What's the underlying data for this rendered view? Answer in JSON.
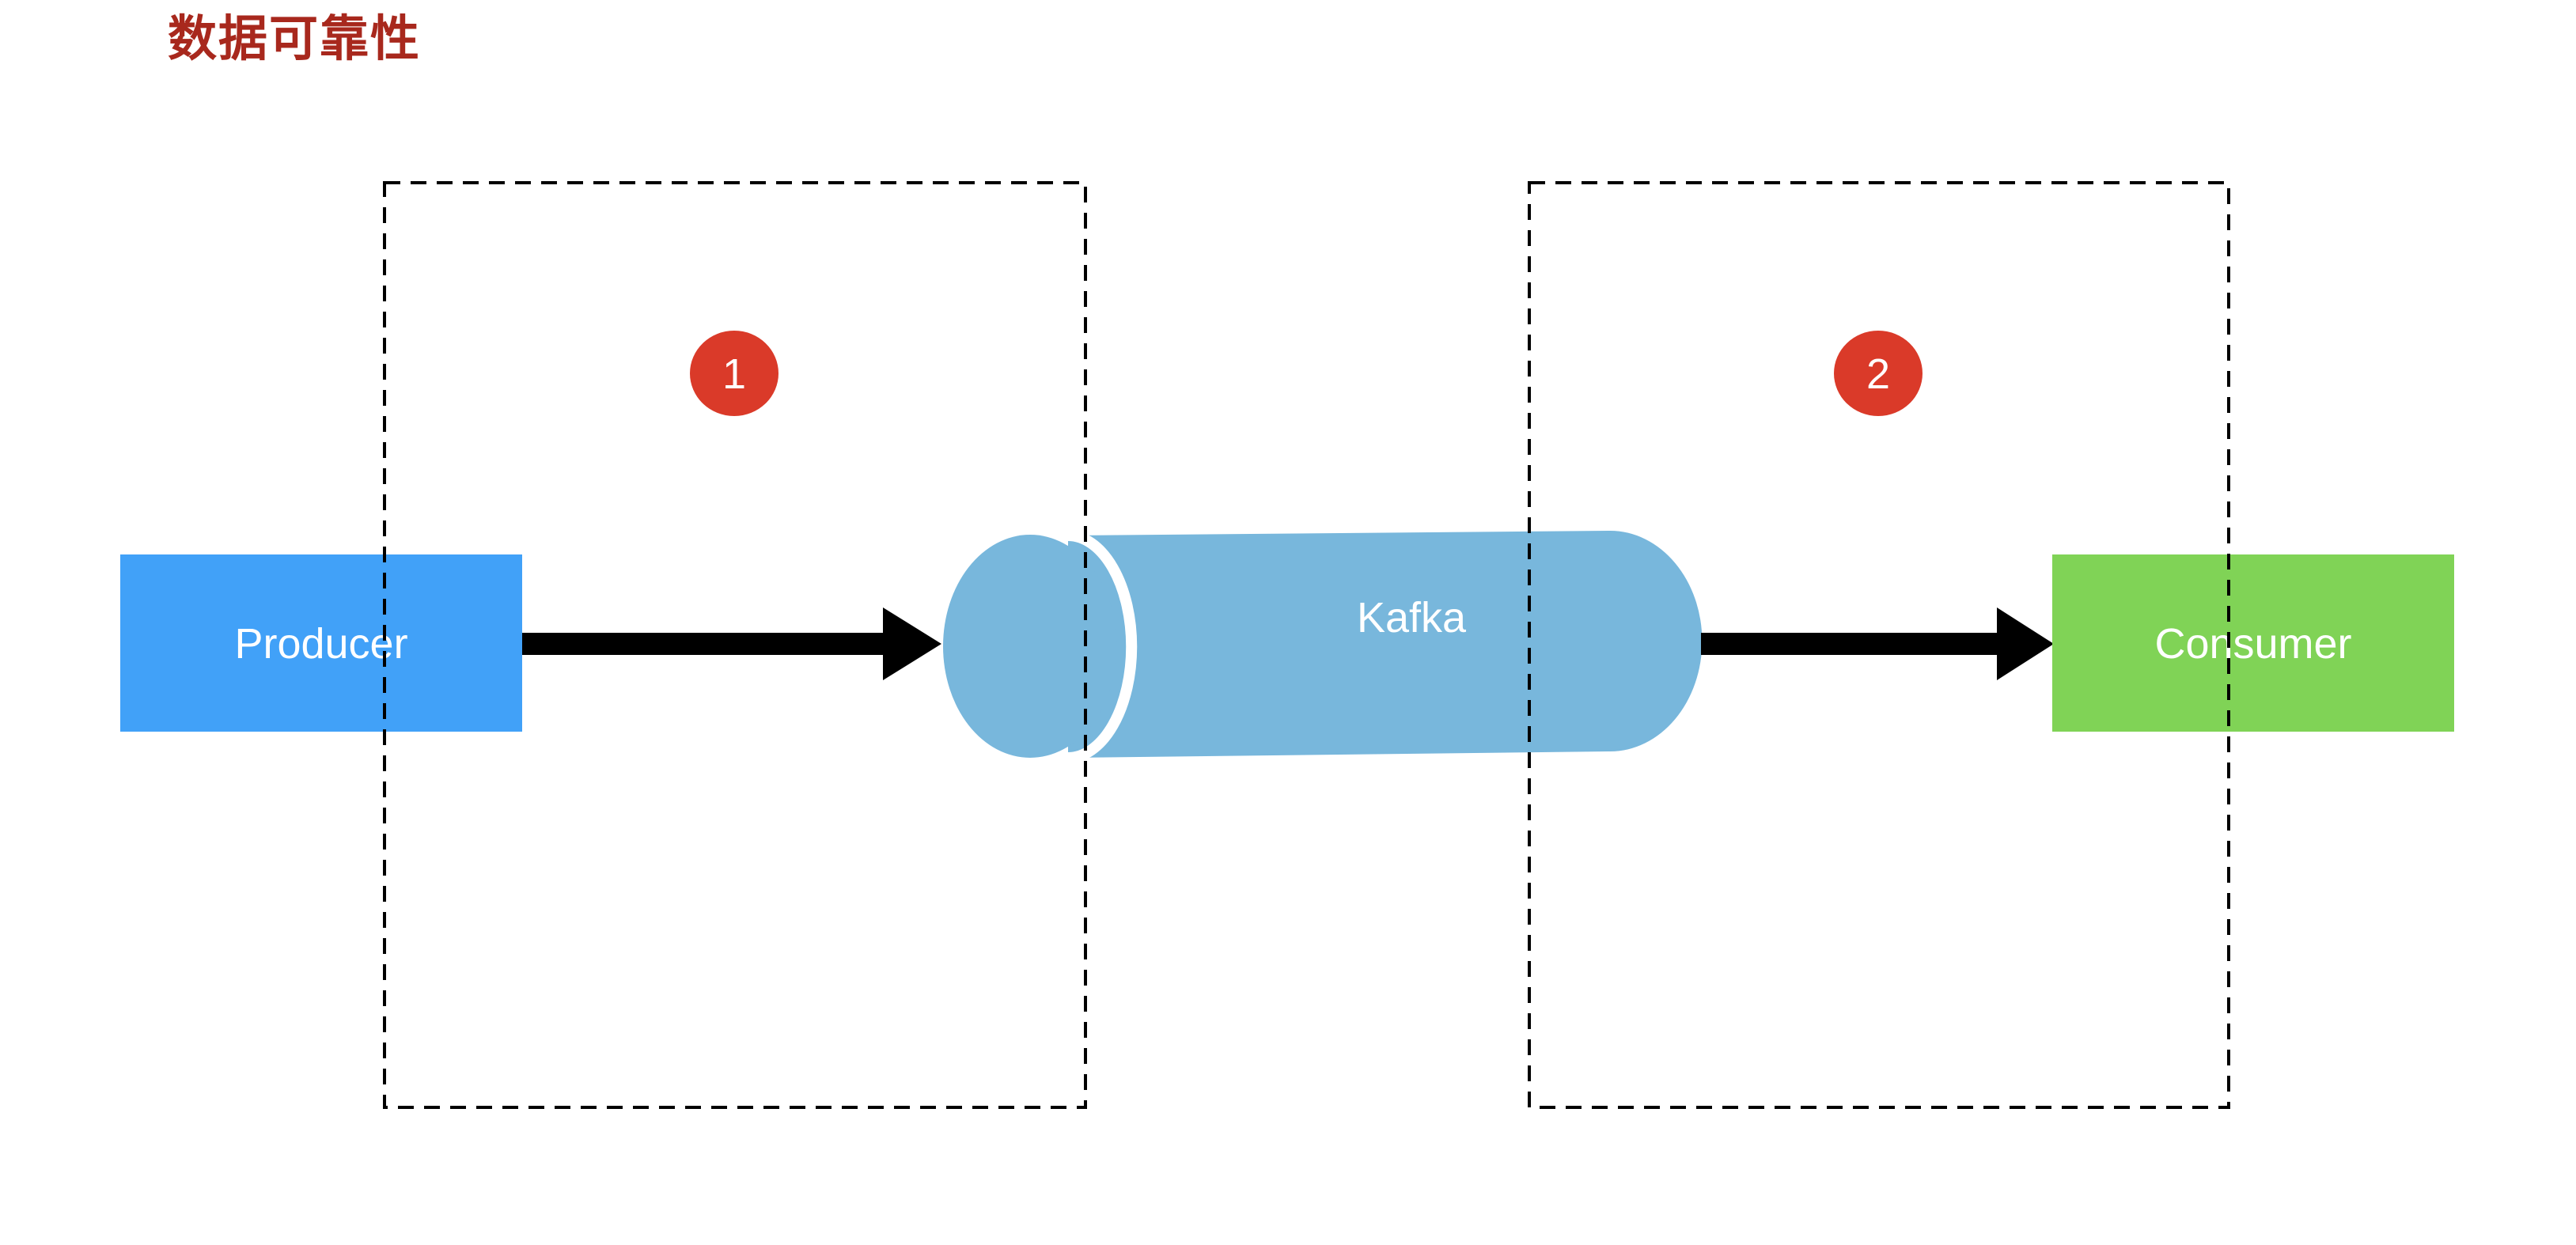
{
  "title": "数据可靠性",
  "colors": {
    "title": "#a8281d",
    "producer": "#41a1f8",
    "kafka": "#78b7dc",
    "consumer": "#80d356",
    "badge": "#da3a29",
    "arrow": "#000000",
    "dashed_border": "#000000"
  },
  "nodes": {
    "producer": {
      "label": "Producer"
    },
    "kafka": {
      "label": "Kafka"
    },
    "consumer": {
      "label": "Consumer"
    }
  },
  "badges": [
    {
      "label": "1"
    },
    {
      "label": "2"
    }
  ],
  "edges": [
    {
      "from": "Producer",
      "to": "Kafka"
    },
    {
      "from": "Kafka",
      "to": "Consumer"
    }
  ],
  "regions": [
    {
      "style": "dashed",
      "badge": "1"
    },
    {
      "style": "dashed",
      "badge": "2"
    }
  ]
}
